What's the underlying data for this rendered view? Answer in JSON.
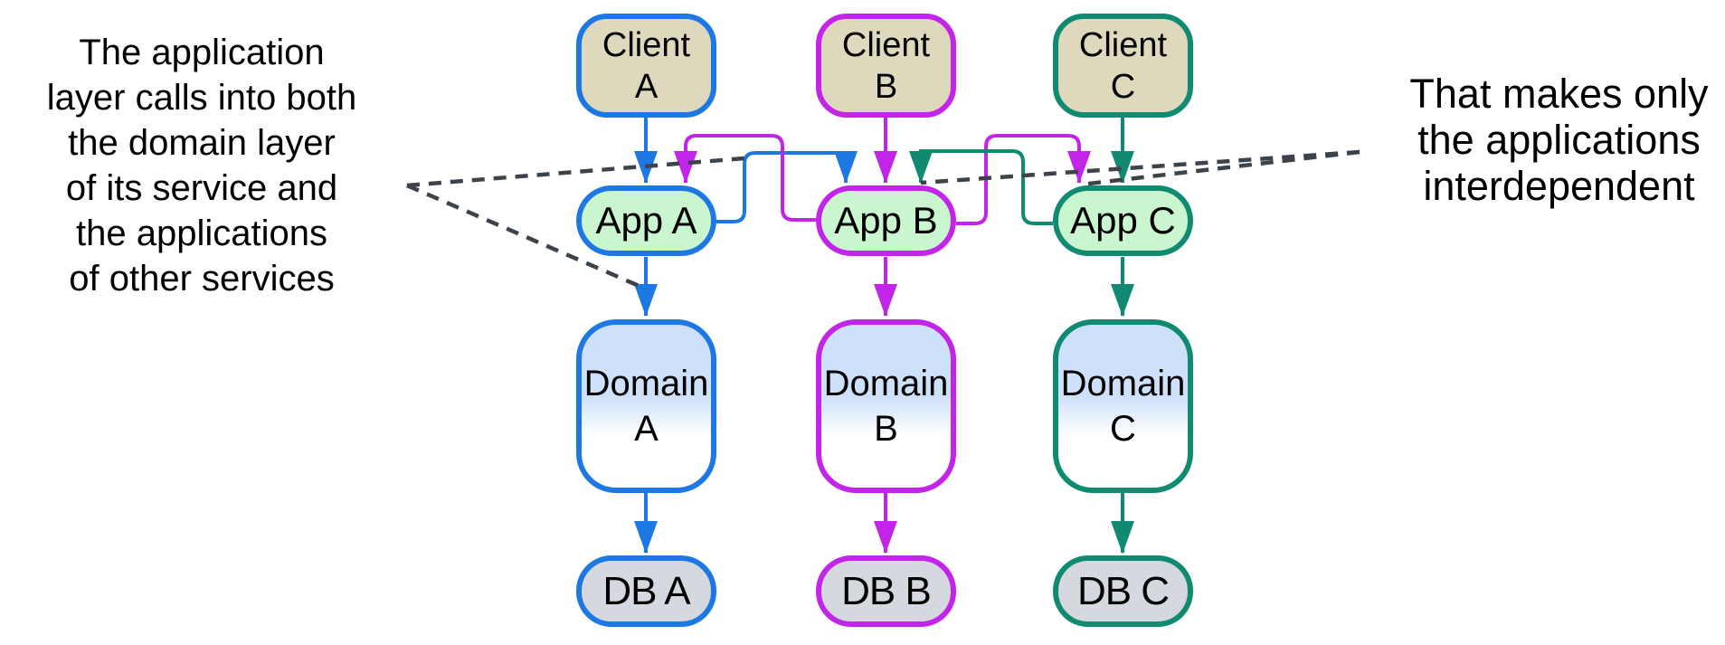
{
  "annotations": {
    "left": {
      "text": "The application\nlayer calls into both\nthe domain layer\nof its service and\nthe applications\nof other services"
    },
    "right": {
      "text": "That makes only\nthe applications\ninterdependent"
    }
  },
  "diagram": {
    "columns": [
      {
        "id": "A",
        "accent": "#1d78e3",
        "client": "Client\nA",
        "app": "App A",
        "domain": "Domain\nA",
        "db": "DB A"
      },
      {
        "id": "B",
        "accent": "#c224e8",
        "client": "Client\nB",
        "app": "App B",
        "domain": "Domain\nB",
        "db": "DB B"
      },
      {
        "id": "C",
        "accent": "#108a70",
        "client": "Client\nC",
        "app": "App C",
        "domain": "Domain\nC",
        "db": "DB C"
      }
    ],
    "flow_edges": [
      {
        "from": "Client A",
        "to": "App A"
      },
      {
        "from": "App A",
        "to": "Domain A"
      },
      {
        "from": "Domain A",
        "to": "DB A"
      },
      {
        "from": "Client B",
        "to": "App B"
      },
      {
        "from": "App B",
        "to": "Domain B"
      },
      {
        "from": "Domain B",
        "to": "DB B"
      },
      {
        "from": "Client C",
        "to": "App C"
      },
      {
        "from": "App C",
        "to": "Domain C"
      },
      {
        "from": "Domain C",
        "to": "DB C"
      }
    ],
    "cross_edges": [
      {
        "from": "App A",
        "to": "App B",
        "color": "#1d78e3"
      },
      {
        "from": "App B",
        "to": "App A",
        "color": "#c224e8"
      },
      {
        "from": "App B",
        "to": "App C",
        "color": "#c224e8"
      },
      {
        "from": "App C",
        "to": "App B",
        "color": "#108a70"
      }
    ],
    "fills": {
      "client": "#ded8bc",
      "app": "#c9f5cf",
      "domain_top": "#cee1fa",
      "domain_bottom": "#ffffff",
      "db": "#d5d9df"
    },
    "annotation_line_color": "#3d434b"
  }
}
